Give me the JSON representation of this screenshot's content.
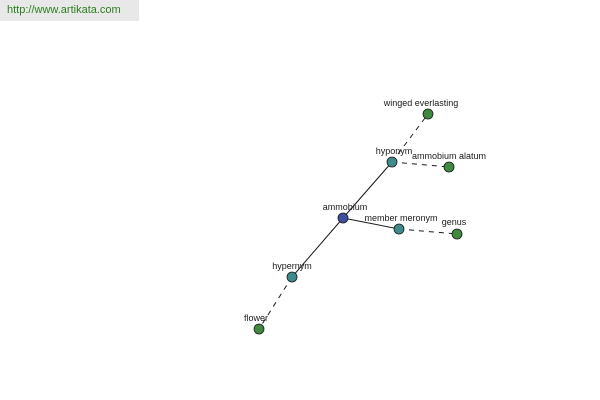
{
  "source": {
    "url_text": "http://www.artikata.com"
  },
  "graph": {
    "colors": {
      "center": "#3f4fa0",
      "relation": "#3f8a8a",
      "leaf": "#3f8a3f"
    },
    "nodes": {
      "center": "ammobium",
      "hyponym": "hyponym",
      "hypernym": "hypernym",
      "member_meronym": "member meronym",
      "winged_everlasting": "winged everlasting",
      "ammobium_alatum": "ammobium alatum",
      "genus": "genus",
      "flower": "flower"
    }
  }
}
